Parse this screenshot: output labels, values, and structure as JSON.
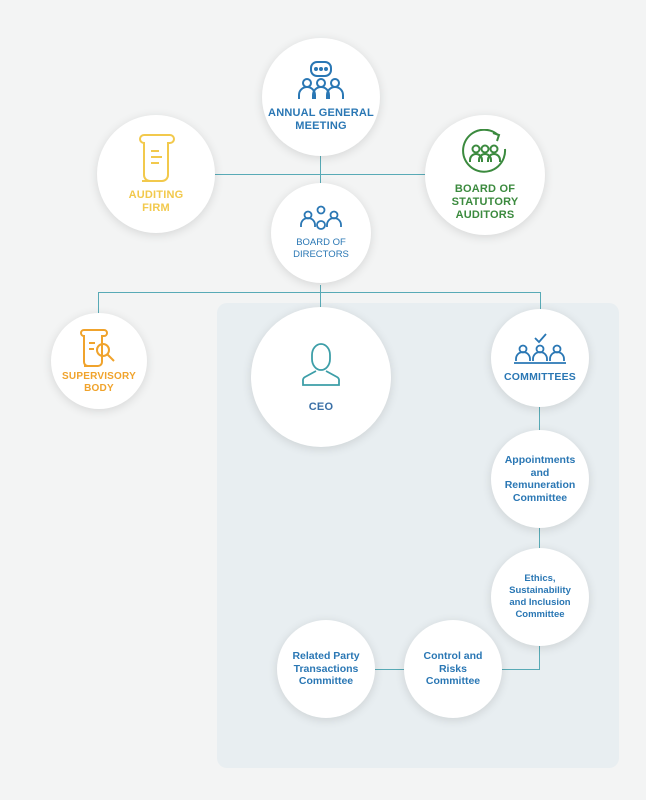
{
  "nodes": {
    "agm": {
      "label": "ANNUAL GENERAL\nMEETING",
      "icon": "meeting-chat-icon"
    },
    "auditing_firm": {
      "label": "AUDITING\nFIRM",
      "icon": "scroll-document-icon"
    },
    "statutory_auditors": {
      "label": "BOARD OF\nSTATUTORY\nAUDITORS",
      "icon": "group-cycle-icon"
    },
    "board_of_directors": {
      "label": "BOARD OF\nDIRECTORS",
      "icon": "board-group-icon"
    },
    "supervisory_body": {
      "label": "SUPERVISORY\nBODY",
      "icon": "document-search-icon"
    },
    "ceo": {
      "label": "CEO",
      "icon": "person-icon"
    },
    "committees": {
      "label": "COMMITTEES",
      "icon": "committee-check-icon"
    },
    "appointments": {
      "label": "Appointments\nand\nRemuneration\nCommittee"
    },
    "ethics": {
      "label": "Ethics,\nSustainability\nand Inclusion\nCommittee"
    },
    "control_risks": {
      "label": "Control and\nRisks\nCommittee"
    },
    "related_party": {
      "label": "Related Party\nTransactions\nCommittee"
    }
  },
  "colors": {
    "blue": "#2a77b4",
    "yellow": "#f2c94c",
    "orange": "#f0a32c",
    "green": "#3b8a3e",
    "connector": "#58aab6",
    "panel": "#e8eef1"
  }
}
